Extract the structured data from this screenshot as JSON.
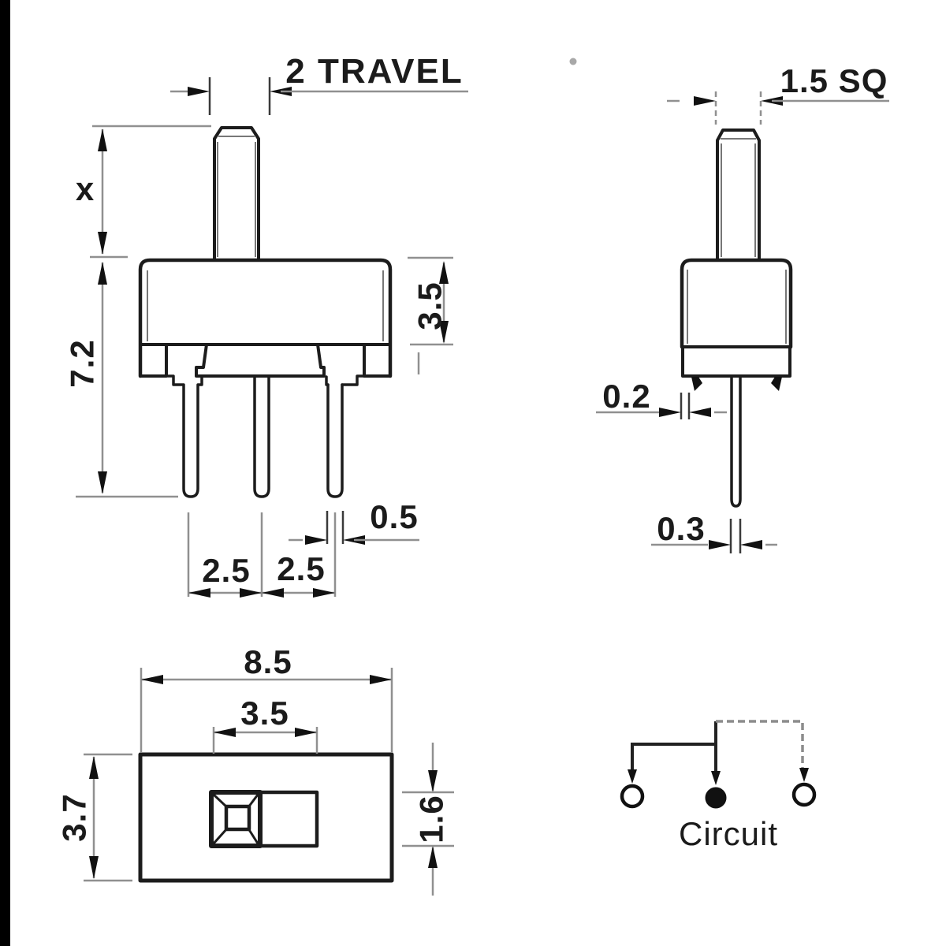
{
  "drawing": {
    "type": "slide-switch mechanical drawing",
    "background": "#ffffff",
    "edge_bar_color": "#000000",
    "line_color": "#1c1c1c",
    "dim_line_color": "#909090"
  },
  "views": {
    "front": {
      "labels": {
        "travel": "2 TRAVEL",
        "stem_height": "x",
        "overall_height": "7.2",
        "body_height": "3.5",
        "pin_width": "0.5",
        "pitch_left": "2.5",
        "pitch_right": "2.5"
      }
    },
    "side": {
      "labels": {
        "stem_square": "1.5 SQ",
        "frame_thickness": "0.2",
        "pin_thickness": "0.3"
      }
    },
    "top": {
      "labels": {
        "body_length": "8.5",
        "slot_length": "3.5",
        "body_width": "3.7",
        "slot_width": "1.6"
      }
    },
    "circuit": {
      "caption": "Circuit"
    }
  }
}
